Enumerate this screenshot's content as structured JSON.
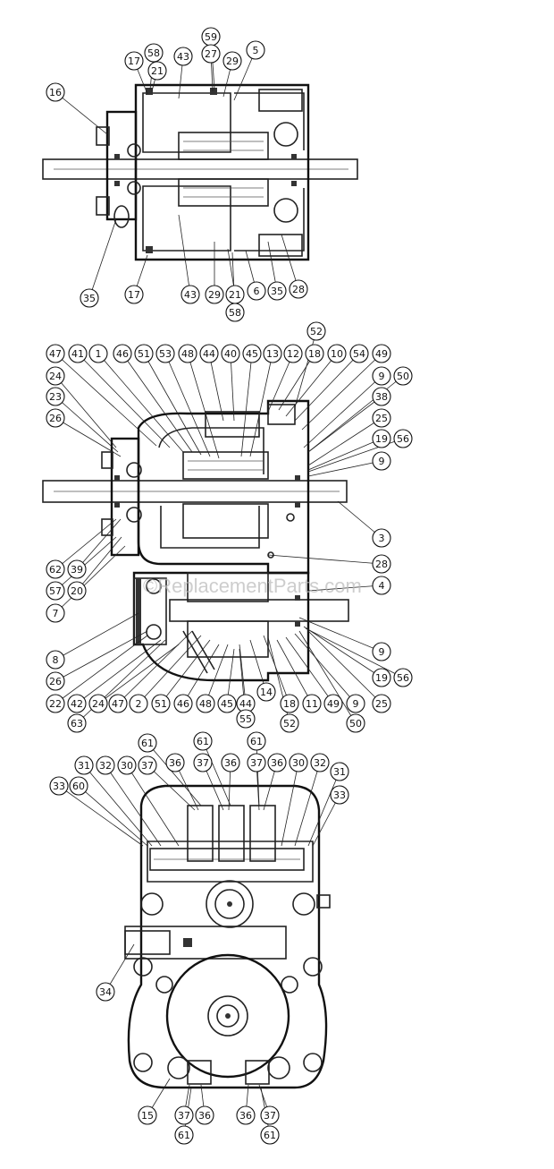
{
  "watermark": "©ReplacementParts.com",
  "callouts": [
    {
      "view": "top",
      "items": [
        "16",
        "17",
        "58",
        "21",
        "43",
        "59",
        "27",
        "29",
        "5",
        "35",
        "17",
        "43",
        "29",
        "21",
        "58",
        "6",
        "35",
        "28"
      ]
    },
    {
      "view": "middle",
      "items": [
        "52",
        "47",
        "41",
        "1",
        "46",
        "51",
        "53",
        "48",
        "44",
        "40",
        "45",
        "13",
        "12",
        "18",
        "10",
        "54",
        "49",
        "9",
        "50",
        "24",
        "38",
        "23",
        "25",
        "26",
        "19",
        "56",
        "9",
        "3",
        "28",
        "4",
        "62",
        "39",
        "57",
        "20",
        "7",
        "8",
        "26",
        "9",
        "22",
        "42",
        "63",
        "24",
        "47",
        "2",
        "51",
        "46",
        "48",
        "45",
        "44",
        "55",
        "14",
        "18",
        "52",
        "11",
        "49",
        "9",
        "50",
        "19",
        "56",
        "25"
      ]
    },
    {
      "view": "bottom",
      "items": [
        "61",
        "61",
        "61",
        "31",
        "32",
        "30",
        "37",
        "36",
        "37",
        "36",
        "37",
        "36",
        "30",
        "32",
        "31",
        "33",
        "60",
        "33",
        "34",
        "15",
        "37",
        "36",
        "61",
        "36",
        "37",
        "61"
      ]
    }
  ]
}
